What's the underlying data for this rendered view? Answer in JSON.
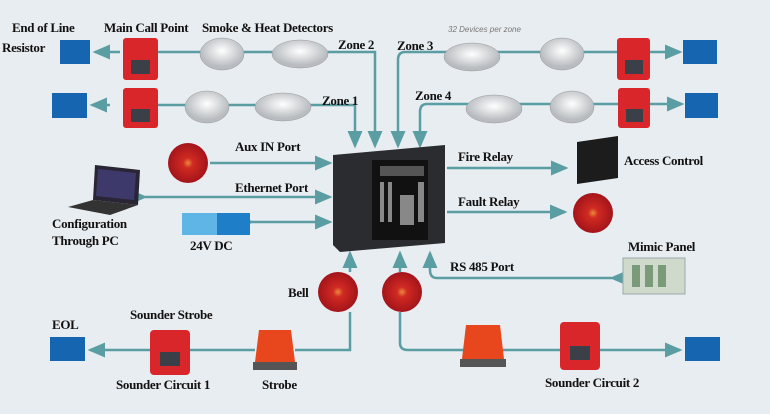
{
  "labels": {
    "end_of_line": "End of Line",
    "resistor": "Resistor",
    "main_call_point": "Main Call Point",
    "smoke_heat": "Smoke & Heat Detectors",
    "zone1": "Zone 1",
    "zone2": "Zone 2",
    "zone3": "Zone 3",
    "zone4": "Zone 4",
    "devices_per_zone": "32 Devices per zone",
    "aux_in": "Aux IN Port",
    "ethernet": "Ethernet Port",
    "config1": "Configuration",
    "config2": "Through PC",
    "dc": "24V DC",
    "fire_relay": "Fire Relay",
    "access_control": "Access Control",
    "fault_relay": "Fault Relay",
    "mimic_panel": "Mimic Panel",
    "rs485": "RS 485 Port",
    "bell": "Bell",
    "eol": "EOL",
    "sounder_strobe": "Sounder Strobe",
    "sounder_circuit1": "Sounder Circuit 1",
    "strobe": "Strobe",
    "sounder_circuit2": "Sounder Circuit 2"
  },
  "colors": {
    "line": "#5a9ea3",
    "eol_box": "#1565b0",
    "device_red": "#d8262a",
    "panel": "#2a2c30",
    "background": "#e8edf1"
  }
}
